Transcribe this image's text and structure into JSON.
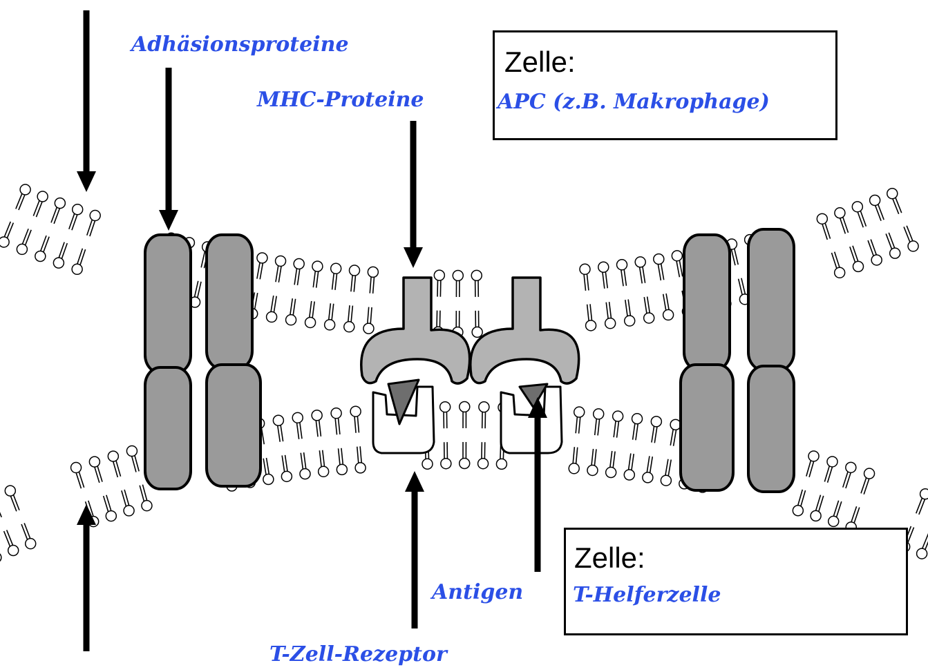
{
  "colors": {
    "label": "#2b4fe6",
    "protein_fill": "#9a9a9a",
    "mhc_fill": "#b3b3b3",
    "antigen_fill": "#6e6e6e",
    "line": "#000000"
  },
  "labels": {
    "adhesion": "Adhäsionsproteine",
    "mhc": "MHC-Proteine",
    "antigen": "Antigen",
    "tcr": "T-Zell-Rezeptor"
  },
  "boxes": {
    "apc": {
      "title": "Zelle:",
      "value": "APC (z.B. Makrophage)"
    },
    "thelper": {
      "title": "Zelle:",
      "value": "T-Helferzelle"
    }
  }
}
